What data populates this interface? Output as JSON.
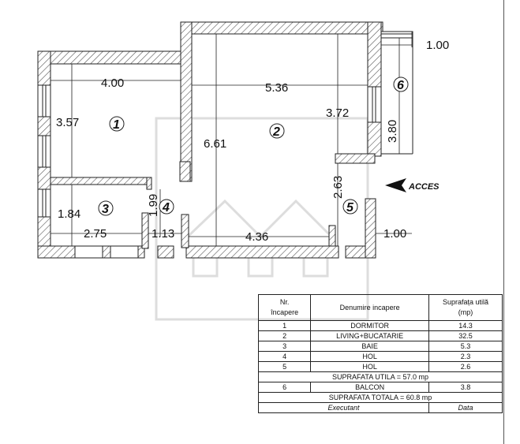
{
  "plan": {
    "rooms": [
      {
        "number": "1"
      },
      {
        "number": "2"
      },
      {
        "number": "3"
      },
      {
        "number": "4"
      },
      {
        "number": "5"
      },
      {
        "number": "6"
      }
    ],
    "dimensions": {
      "d1": "4.00",
      "d2": "5.36",
      "d3": "1.00",
      "d4": "3.57",
      "d5": "3.72",
      "d6": "3.80",
      "d7": "6.61",
      "d8": "2.63",
      "d9": "1.99",
      "d10": "1.84",
      "d11": "2.75",
      "d12": "1.13",
      "d13": "4.36",
      "d14": "1.00"
    },
    "access_label": "ACCES"
  },
  "legend": {
    "headers": {
      "nr": "Nr.",
      "nr2": "încapere",
      "name": "Denumire incapere",
      "area": "Suprafața utilă",
      "area2": "(mp)"
    },
    "rows": [
      {
        "nr": "1",
        "name": "DORMITOR",
        "area": "14.3"
      },
      {
        "nr": "2",
        "name": "LIVING+BUCATARIE",
        "area": "32.5"
      },
      {
        "nr": "3",
        "name": "BAIE",
        "area": "5.3"
      },
      {
        "nr": "4",
        "name": "HOL",
        "area": "2.3"
      },
      {
        "nr": "5",
        "name": "HOL",
        "area": "2.6"
      }
    ],
    "total_util": "SUPRAFATA UTILA = 57.0 mp",
    "balcony": {
      "nr": "6",
      "name": "BALCON",
      "area": "3.8"
    },
    "total": "SUPRAFATA TOTALA = 60.8 mp",
    "footer": {
      "executant": "Executant",
      "data": "Data"
    }
  }
}
